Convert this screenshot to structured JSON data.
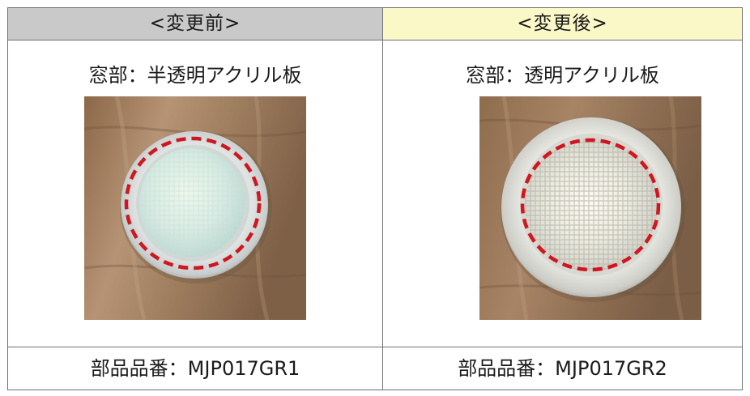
{
  "table": {
    "before": {
      "header": "<変更前>",
      "window_label": "窓部：半透明アクリル板",
      "part_number": "部品品番：MJP017GR1"
    },
    "after": {
      "header": "<変更後>",
      "window_label": "窓部：透明アクリル板",
      "part_number": "部品品番：MJP017GR2"
    }
  },
  "colors": {
    "before_header_bg": "#c9c9c9",
    "after_header_bg": "#fbf8c8",
    "highlight_circle": "#d0161e"
  }
}
